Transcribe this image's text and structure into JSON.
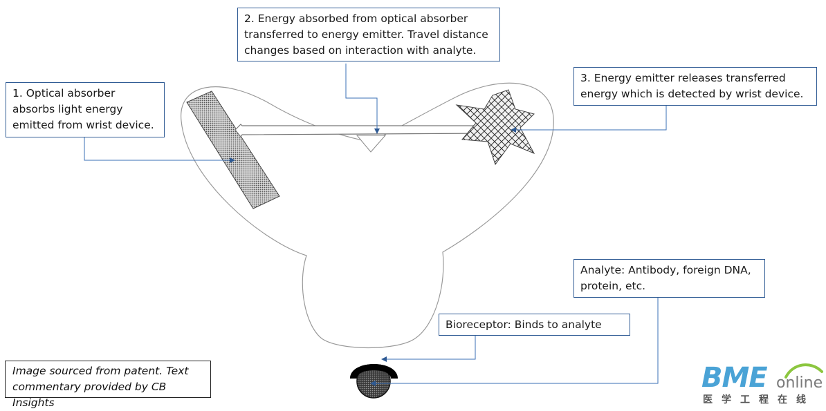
{
  "labels": {
    "step1": "1. Optical absorber absorbs light energy emitted from wrist device.",
    "step2": "2. Energy absorbed from optical absorber transferred to energy emitter. Travel distance changes based on interaction with analyte.",
    "step3": "3. Energy emitter releases transferred energy which is detected by wrist device.",
    "analyte": "Analyte: Antibody, foreign DNA, protein, etc.",
    "bioreceptor": "Bioreceptor: Binds to analyte",
    "source_note": "Image sourced from patent. Text commentary provided by CB Insights"
  },
  "logo": {
    "word": "BME",
    "suffix": "online",
    "chinese": "医学工程在线"
  },
  "colors": {
    "callout_border": "#2e5a94",
    "callout_line": "#3a6fb5",
    "logo_blue": "#4aa3d6",
    "logo_green": "#8cc63f"
  }
}
